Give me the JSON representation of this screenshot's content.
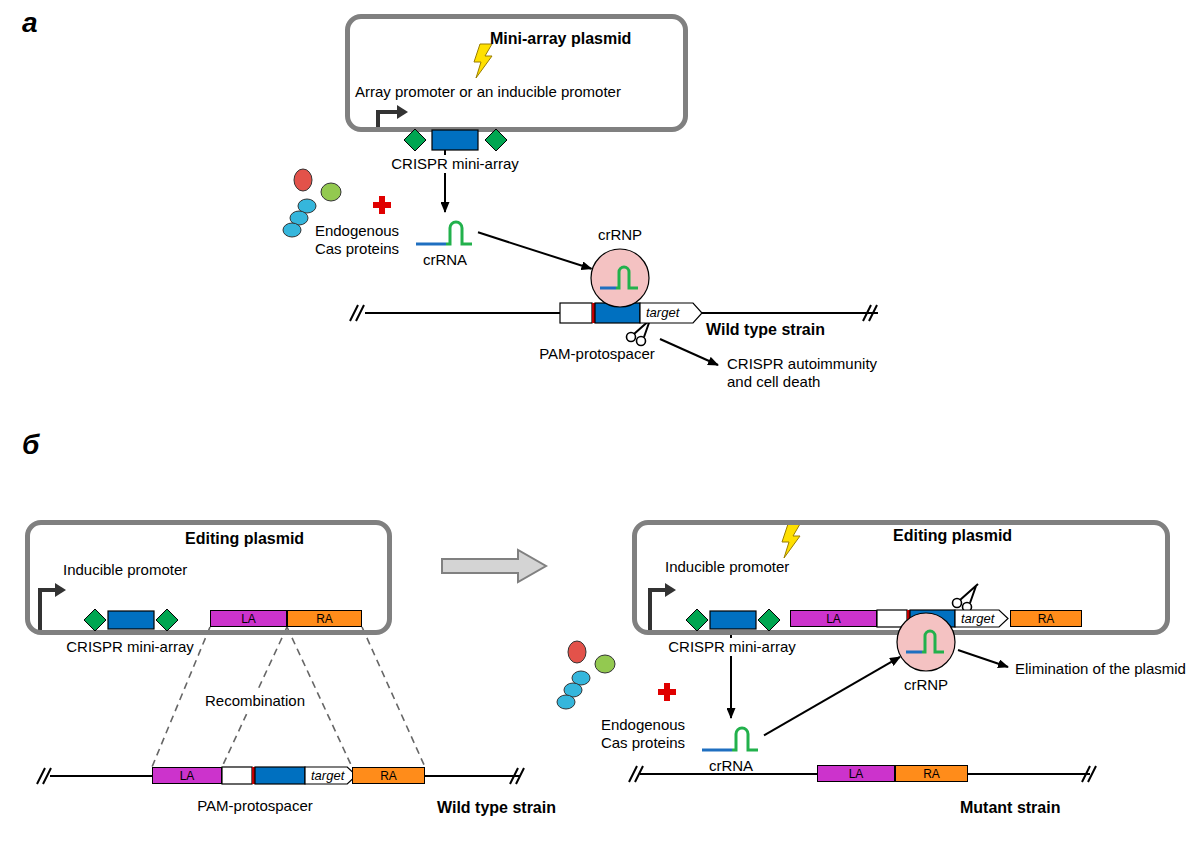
{
  "diagram": {
    "nodes": [
      {
        "text": [
          "Mini-array plasmid",
          "Array promoter or an inducible promoter"
        ]
      },
      {
        "text": [
          "crRNA"
        ]
      },
      {
        "text": [
          "crRNP"
        ]
      },
      {
        "text": [
          "target"
        ]
      },
      {
        "text": [
          "Editing plasmid",
          "Inducible promoter"
        ]
      },
      {
        "text": [
          "LA"
        ],
        "in": 4
      },
      {
        "text": [
          "RA"
        ],
        "in": 4
      },
      {
        "text": [
          "LA"
        ]
      },
      {
        "text": [
          "target"
        ]
      },
      {
        "text": [
          "RA"
        ]
      },
      {
        "text": [
          "Editing plasmid",
          "Inducible promoter"
        ]
      },
      {
        "text": [
          "LA"
        ],
        "in": 10
      },
      {
        "text": [
          "target"
        ],
        "in": 10
      },
      {
        "text": [
          "RA"
        ],
        "in": 10
      },
      {
        "text": [
          "crRNA"
        ]
      },
      {
        "text": [
          "crRNP"
        ]
      },
      {
        "text": [
          "LA"
        ]
      },
      {
        "text": [
          "RA"
        ]
      }
    ],
    "edges": [
      {
        "from": 0,
        "to": 1,
        "arrow": "to"
      },
      {
        "from": 1,
        "to": 2,
        "arrow": "to"
      },
      {
        "from": 5,
        "to": 7,
        "arrow": "none"
      },
      {
        "from": 6,
        "to": 9,
        "arrow": "none"
      },
      {
        "from": 10,
        "to": 14,
        "arrow": "to"
      },
      {
        "from": 14,
        "to": 15,
        "arrow": "to"
      }
    ],
    "labels": [
      "a",
      "CRISPR mini-array",
      "Endogenous Cas proteins",
      "Wild type strain",
      "PAM-protospacer",
      "CRISPR autoimmunity and cell death",
      "б",
      "CRISPR mini-array",
      "Recombination",
      "PAM-protospacer",
      "Wild type strain",
      "CRISPR mini-array",
      "Endogenous Cas proteins",
      "Elimination of the plasmid",
      "Mutant strain"
    ]
  }
}
